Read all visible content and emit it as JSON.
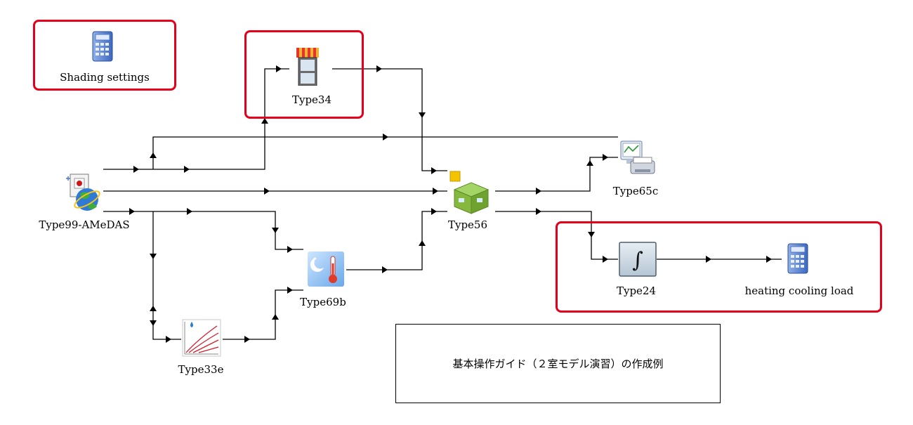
{
  "components": {
    "shading_settings": {
      "label": "Shading settings",
      "icon": "calculator-icon"
    },
    "type34": {
      "label": "Type34",
      "icon": "window-awning-icon"
    },
    "type99": {
      "label": "Type99-AMeDAS",
      "icon": "weather-data-globe-icon"
    },
    "type65c": {
      "label": "Type65c",
      "icon": "plotter-printer-icon"
    },
    "type56": {
      "label": "Type56",
      "icon": "building-zone-icon"
    },
    "type69b": {
      "label": "Type69b",
      "icon": "sky-temperature-icon"
    },
    "type24": {
      "label": "Type24",
      "icon": "integrator-icon"
    },
    "heating_cooling_load": {
      "label": "heating cooling load",
      "icon": "calculator-icon"
    },
    "type33e": {
      "label": "Type33e",
      "icon": "psychrometric-chart-icon"
    }
  },
  "note": {
    "text": "基本操作ガイド（２室モデル演習）の作成例"
  },
  "colors": {
    "highlight": "#e4001b",
    "wire": "#000000"
  }
}
